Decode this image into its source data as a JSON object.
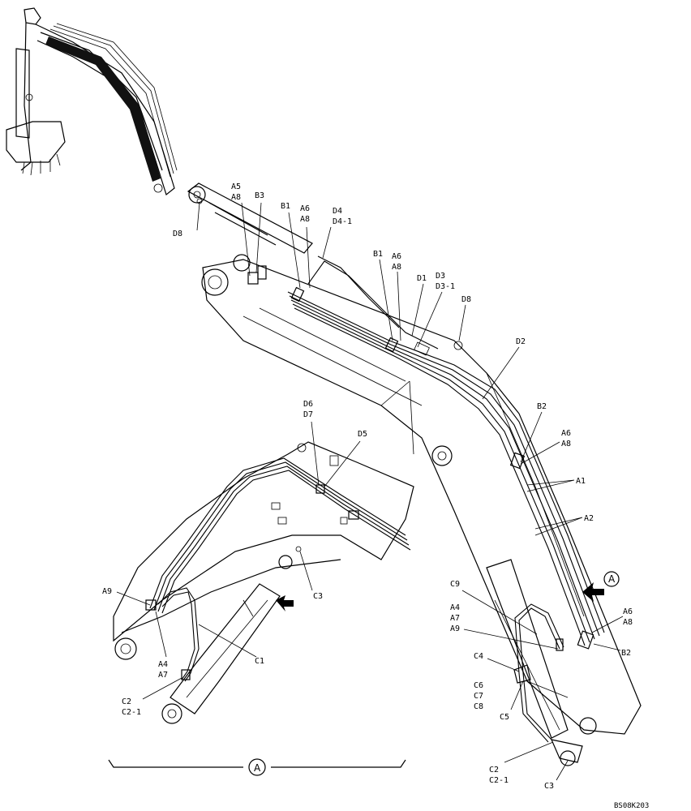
{
  "drawing_code": "BS08K203",
  "view_marker": "A",
  "labels": {
    "a5": "A5",
    "a8_1": "A8",
    "b3": "B3",
    "d8_1": "D8",
    "b1_1": "B1",
    "a6_1": "A6",
    "a8_2": "A8",
    "d4": "D4",
    "d4_1": "D4-1",
    "b1_2": "B1",
    "a6_2": "A6",
    "a8_3": "A8",
    "d1": "D1",
    "d3": "D3",
    "d3_1": "D3-1",
    "d8_2": "D8",
    "d2": "D2",
    "b2_1": "B2",
    "a6_3": "A6",
    "a8_4": "A8",
    "a1": "A1",
    "a2": "A2",
    "c9": "C9",
    "a4_1": "A4",
    "a7_1": "A7",
    "a9_1": "A9",
    "a6_4": "A6",
    "a8_5": "A8",
    "b2_2": "B2",
    "c4": "C4",
    "c6": "C6",
    "c7": "C7",
    "c8": "C8",
    "c5": "C5",
    "c2_1": "C2",
    "c2_1b": "C2-1",
    "c3_1": "C3",
    "d6": "D6",
    "d7": "D7",
    "d5": "D5",
    "a9_2": "A9",
    "a4_2": "A4",
    "a7_2": "A7",
    "c3_2": "C3",
    "c1": "C1",
    "c2_2": "C2",
    "c2_2b": "C2-1"
  }
}
